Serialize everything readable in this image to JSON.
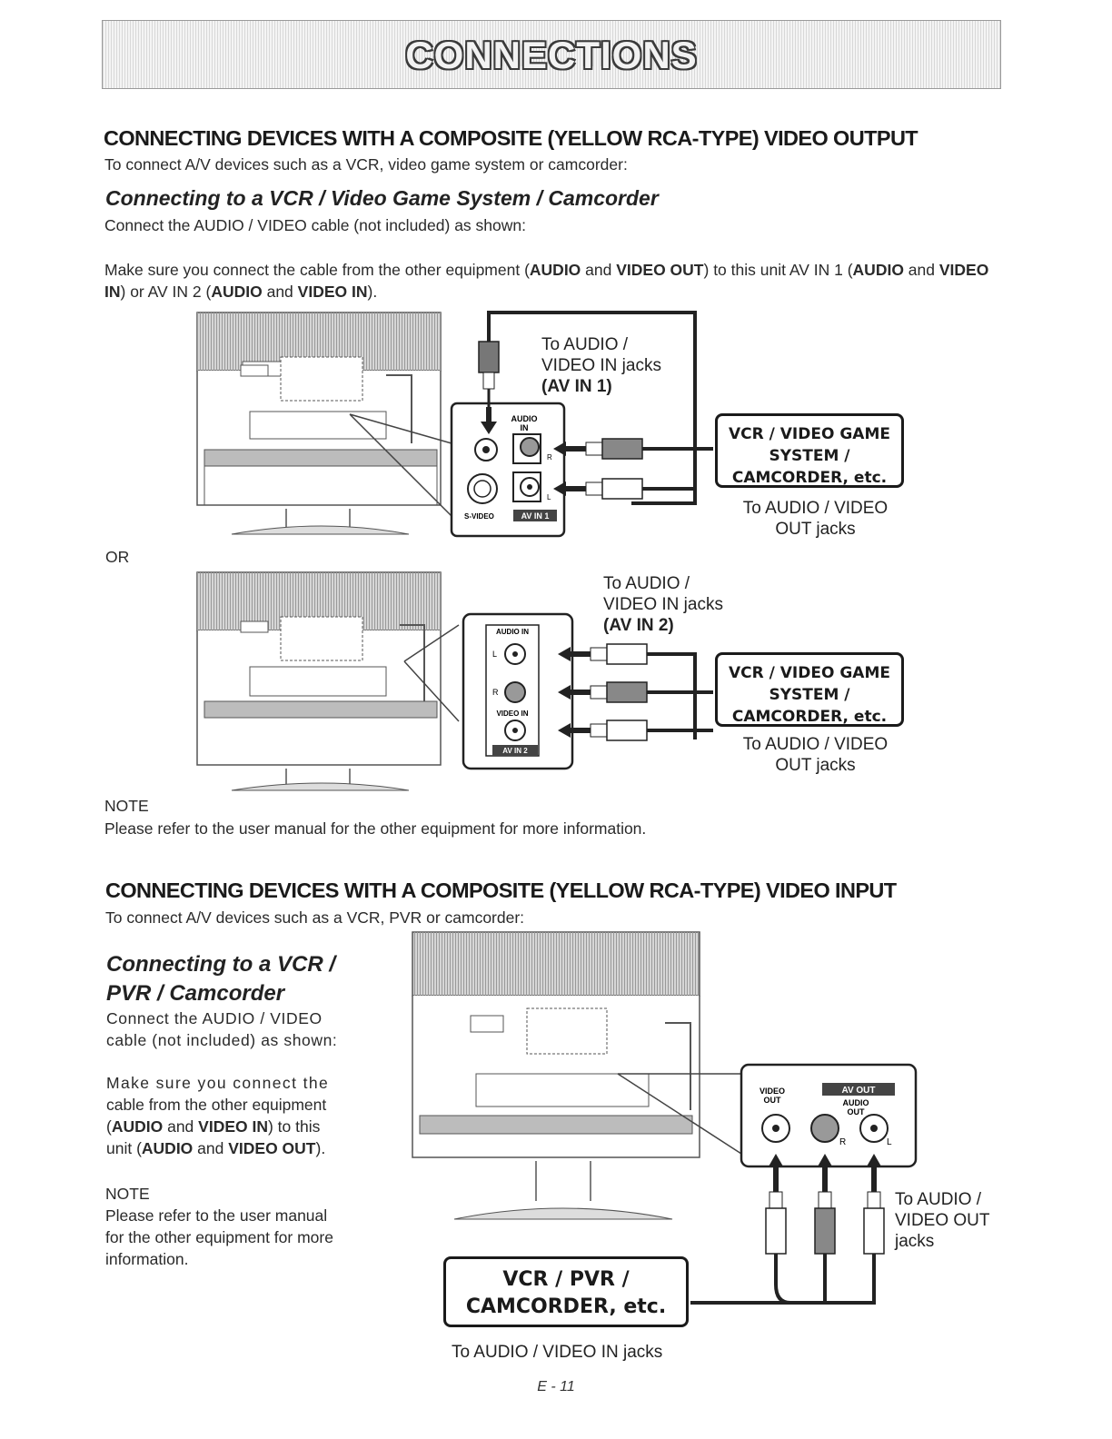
{
  "banner_title": "CONNECTIONS",
  "section1": {
    "heading": "CONNECTING DEVICES WITH A COMPOSITE (YELLOW RCA-TYPE) VIDEO OUTPUT",
    "intro": "To connect A/V devices such as a VCR, video game system or camcorder:",
    "subheading": "Connecting to a VCR / Video Game System / Camcorder",
    "instruction": "Connect the AUDIO / VIDEO cable (not included) as shown:",
    "para": {
      "t1": "Make sure you connect the cable from the other equipment (",
      "b1": "AUDIO",
      "t2": " and ",
      "b2": "VIDEO OUT",
      "t3": ") to this unit AV IN 1 (",
      "b3": "AUDIO",
      "t4": " and ",
      "b4": "VIDEO IN",
      "t5": ") or AV IN 2 (",
      "b5": "AUDIO",
      "t6": " and ",
      "b6": "VIDEO IN",
      "t7": ")."
    },
    "diagram1": {
      "in_label_1": "To AUDIO /",
      "in_label_2": "VIDEO IN jacks",
      "in_label_3": "(AV IN 1)",
      "panel_audio": "AUDIO",
      "panel_in": "IN",
      "panel_r": "R",
      "panel_l": "L",
      "panel_svideo": "S-VIDEO",
      "panel_badge": "AV IN 1",
      "device_1": "VCR / VIDEO GAME",
      "device_2": "SYSTEM /",
      "device_3": "CAMCORDER, etc.",
      "out_label_1": "To AUDIO / VIDEO",
      "out_label_2": "OUT jacks"
    },
    "or": "OR",
    "diagram2": {
      "in_label_1": "To AUDIO /",
      "in_label_2": "VIDEO IN jacks",
      "in_label_3": "(AV IN 2)",
      "panel_audio_in": "AUDIO IN",
      "panel_l": "L",
      "panel_r": "R",
      "panel_video_in": "VIDEO IN",
      "panel_badge": "AV IN 2",
      "device_1": "VCR / VIDEO GAME",
      "device_2": "SYSTEM /",
      "device_3": "CAMCORDER, etc.",
      "out_label_1": "To AUDIO / VIDEO",
      "out_label_2": "OUT jacks"
    },
    "note_title": "NOTE",
    "note_text": "Please refer to the user manual for the other equipment for more information."
  },
  "section2": {
    "heading": "CONNECTING DEVICES WITH A COMPOSITE (YELLOW RCA-TYPE) VIDEO INPUT",
    "intro": "To connect A/V devices such as a VCR, PVR or camcorder:",
    "subheading_1": "Connecting to a VCR /",
    "subheading_2": "PVR / Camcorder",
    "instruction_1": "Connect the AUDIO / VIDEO",
    "instruction_2": "cable (not included) as shown:",
    "para_1": "Make sure you connect the",
    "para_2": "cable from the other equipment",
    "para_3a": "(",
    "para_3b": "AUDIO",
    "para_3c": " and ",
    "para_3d": "VIDEO IN",
    "para_3e": ") to this",
    "para_4a": "unit (",
    "para_4b": "AUDIO",
    "para_4c": " and ",
    "para_4d": "VIDEO OUT",
    "para_4e": ").",
    "note_title": "NOTE",
    "note_1": "Please refer to the user manual",
    "note_2": "for the other equipment for more",
    "note_3": "information.",
    "diagram3": {
      "panel_video": "VIDEO",
      "panel_out": "OUT",
      "panel_badge": "AV OUT",
      "panel_audio": "AUDIO",
      "panel_audio_out": "OUT",
      "panel_r": "R",
      "panel_l": "L",
      "out_label_1": "To AUDIO /",
      "out_label_2": "VIDEO OUT",
      "out_label_3": "jacks",
      "device_1": "VCR / PVR /",
      "device_2": "CAMCORDER, etc.",
      "in_label": "To AUDIO / VIDEO IN jacks"
    }
  },
  "page_number": "E - 11"
}
